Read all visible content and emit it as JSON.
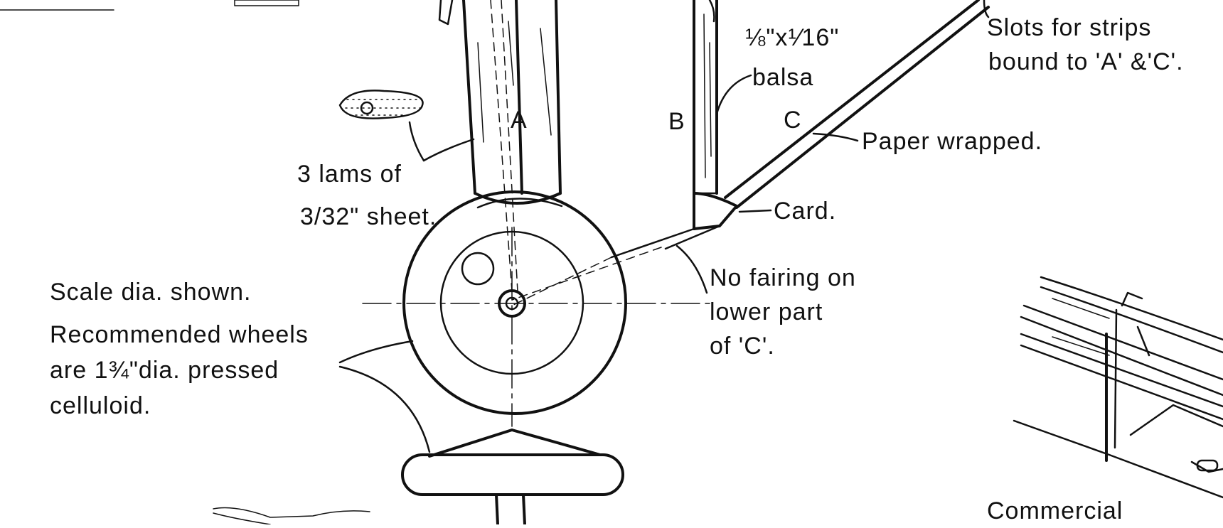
{
  "labels": {
    "strut_a": "A",
    "strut_b": "B",
    "strut_c": "C",
    "balsa_size_line1": "⅛\"x¹⁄16\"",
    "balsa_size_line2": "balsa",
    "slots_line1": "Slots for strips",
    "slots_line2": "bound to 'A' &'C'.",
    "paper_wrapped": "Paper wrapped.",
    "laminations_line1": "3 lams of",
    "laminations_line2": "3/32\" sheet.",
    "card": "Card.",
    "no_fairing_line1": "No fairing on",
    "no_fairing_line2": "lower part",
    "no_fairing_line3": "of 'C'.",
    "scale_dia": "Scale dia. shown.",
    "wheels_line1": "Recommended wheels",
    "wheels_line2": "are 1¾\"dia. pressed",
    "wheels_line3": "celluloid.",
    "commercial": "Commercial"
  },
  "colors": {
    "ink": "#111111",
    "paper": "#ffffff"
  }
}
